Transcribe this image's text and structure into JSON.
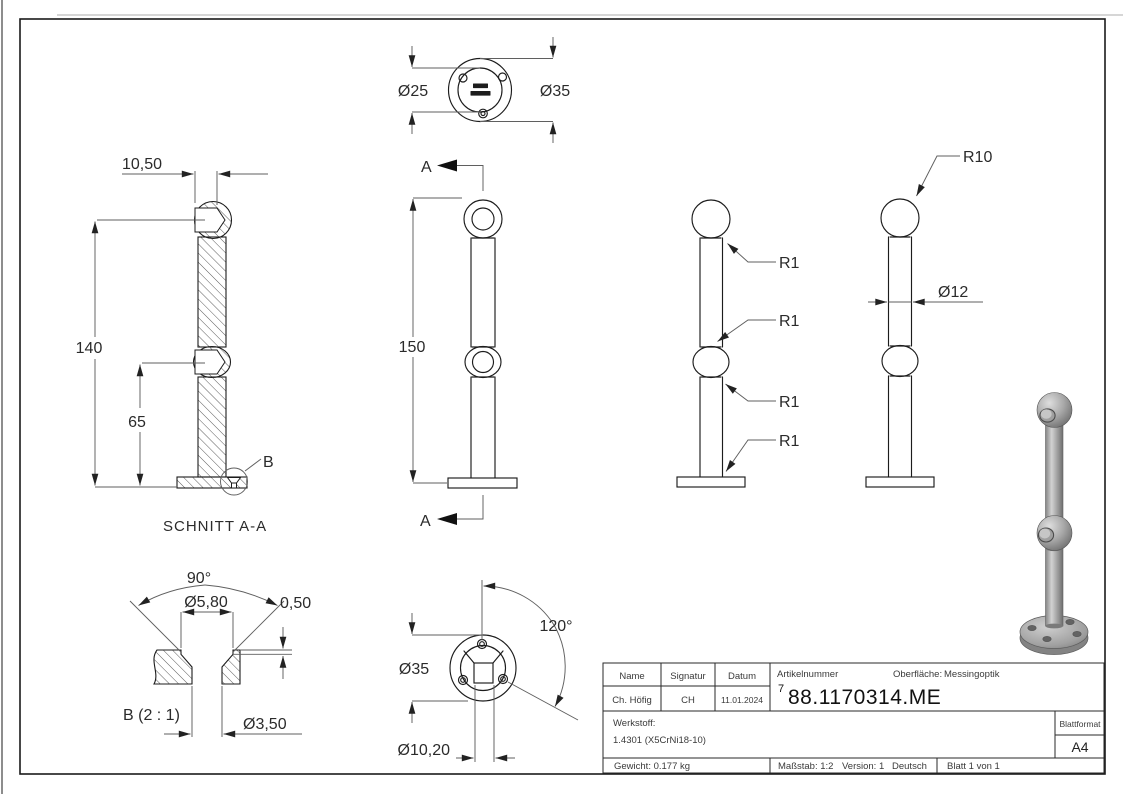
{
  "views": {
    "top_view": {
      "dim_inner": "Ø25",
      "dim_outer": "Ø35"
    },
    "section_view": {
      "title": "SCHNITT A-A",
      "dim_socket_width": "10,50",
      "dim_total_height": "140",
      "dim_mid_height": "65",
      "detail_label": "B"
    },
    "front_view": {
      "dim_height": "150",
      "cut_label_top": "A",
      "cut_label_bottom": "A"
    },
    "side_view": {
      "fillet_labels": [
        "R1",
        "R1",
        "R1",
        "R1"
      ]
    },
    "radius_view": {
      "radius_label": "R10",
      "dim_diameter": "Ø12"
    },
    "detail_view": {
      "title": "B (2 : 1)",
      "angle": "90°",
      "dim_countersink": "Ø5,80",
      "dim_depth": "0,50",
      "dim_hole": "Ø3,50"
    },
    "bottom_view": {
      "dim_flange": "Ø35",
      "angle": "120°",
      "dim_tube": "Ø10,20"
    }
  },
  "title_block": {
    "name_header": "Name",
    "signature_header": "Signatur",
    "date_header": "Datum",
    "name": "Ch. Höfig",
    "signature": "CH",
    "date": "11.01.2024",
    "article_label": "Artikelnummer",
    "article_prefix": "7",
    "article_number": "88.1170314.ME",
    "surface_label": "Oberfläche:",
    "surface_value": "Messingoptik",
    "material_label": "Werkstoff:",
    "material_value": "1.4301 (X5CrNi18-10)",
    "weight": "Gewicht: 0.177 kg",
    "scale": "Maßstab: 1:2",
    "version": "Version: 1",
    "language": "Deutsch",
    "sheet": "Blatt 1 von 1",
    "format_label": "Blattformat",
    "format_value": "A4"
  }
}
